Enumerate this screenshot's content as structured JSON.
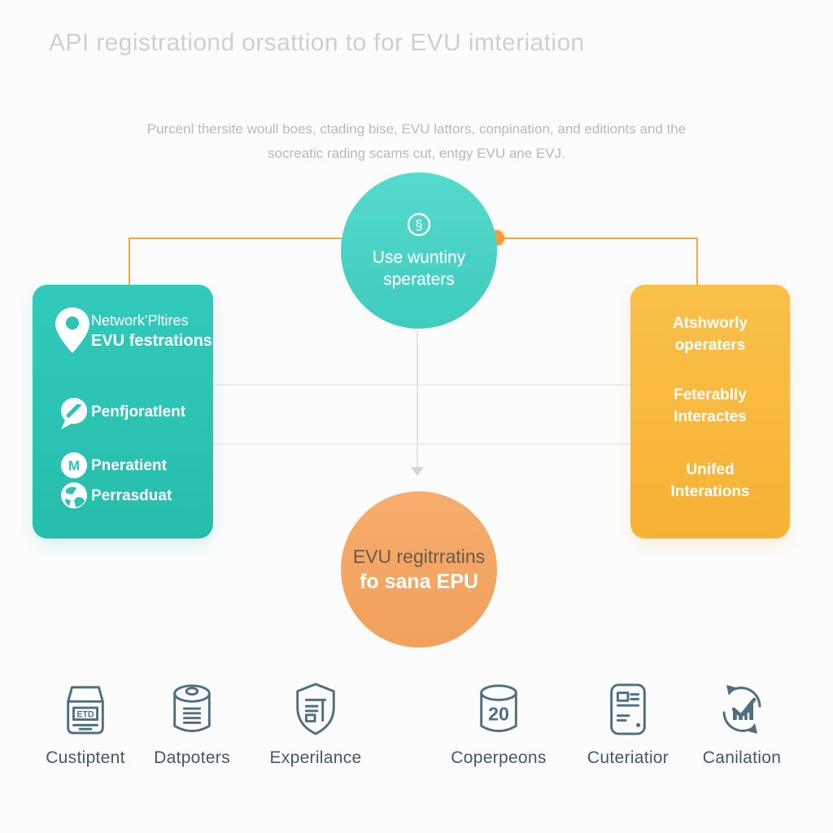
{
  "title": "API registrationd orsattion to for EVU imteriation",
  "subtitle": {
    "line1": "Purcenl thersite woull boes, ctading bise, EVU lattors, conpination, and editionts and the",
    "line2": "socreatic rading scams cut, entgy EVU ane EVJ."
  },
  "colors": {
    "teal_box": "#2bc5b4",
    "teal_circle": "#4cd5c8",
    "yellow_box": "#f8b73a",
    "orange_circle": "#f4a765",
    "connector_orange": "#f2a93b",
    "icon_stroke": "#4c7080",
    "bottom_label_text": "#3d5a6b"
  },
  "top_circle": {
    "icon": "section-sign-circle-icon",
    "glyph": "§",
    "line1": "Use wuntiny",
    "line2": "speraters"
  },
  "left_box": {
    "item1": {
      "icon": "location-pin-icon",
      "line1": "Network'Pltires",
      "line2": "EVU festrations"
    },
    "item2": {
      "icon": "chat-pencil-icon",
      "label": "Penfjoratlent"
    },
    "item3": {
      "icon": "letter-m-circle-icon",
      "glyph": "M",
      "label": "Pneratient"
    },
    "item4": {
      "icon": "globe-icon",
      "label": "Perrasduat"
    }
  },
  "right_box": {
    "item1": {
      "line1": "Atshworly",
      "line2": "operaters"
    },
    "item2": {
      "line1": "Feterablly",
      "line2": "Interactes"
    },
    "item3": {
      "line1": "Unifed",
      "line2": "Interations"
    }
  },
  "bottom_circle": {
    "line1": "EVU regitrratins",
    "line2": "fo sana EPU"
  },
  "bottom_row": {
    "item1": {
      "icon": "package-etd-icon",
      "badge": "ETD",
      "label": "Custiptent"
    },
    "item2": {
      "icon": "database-jar-icon",
      "label": "Datpoters"
    },
    "item3": {
      "icon": "shield-document-icon",
      "label": "Experilance"
    },
    "item4": {
      "icon": "database-20-icon",
      "badge": "20",
      "label": "Coperpeons"
    },
    "item5": {
      "icon": "document-layout-icon",
      "label": "Cuteriatior"
    },
    "item6": {
      "icon": "sync-chart-icon",
      "label": "Canilation"
    }
  }
}
